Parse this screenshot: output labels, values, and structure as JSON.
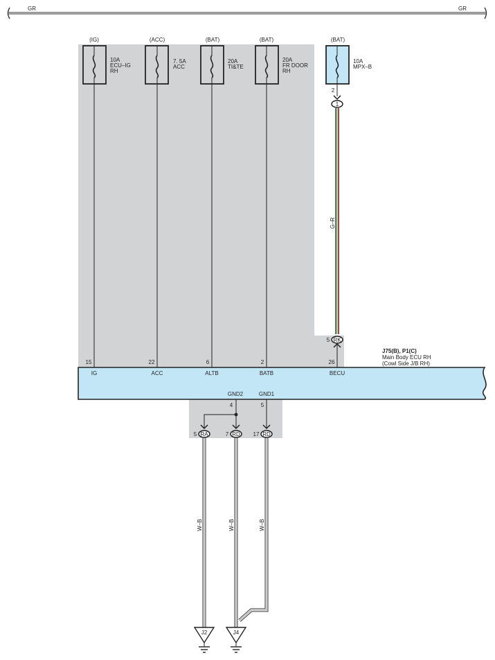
{
  "colors": {
    "shade": "#d2d3d5",
    "ecu_fill": "#c3e6f7",
    "mpx_fuse_fill": "#c3e6f7",
    "line": "#333333",
    "wire_green": "#2e8b3d",
    "wire_red": "#d43a2c"
  },
  "top_bus": {
    "left_label": "GR",
    "right_label": "GR"
  },
  "fuses": [
    {
      "source": "(IG)",
      "amps": "10A",
      "name": "ECU–IG",
      "name2": "RH",
      "pin": "15",
      "ecu_pin": "IG"
    },
    {
      "source": "(ACC)",
      "amps": "7. 5A",
      "name": "ACC",
      "name2": "",
      "pin": "22",
      "ecu_pin": "ACC"
    },
    {
      "source": "(BAT)",
      "amps": "20A",
      "name": "TI&TE",
      "name2": "",
      "pin": "6",
      "ecu_pin": "ALTB"
    },
    {
      "source": "(BAT)",
      "amps": "20A",
      "name": "FR DOOR",
      "name2": "RH",
      "pin": "2",
      "ecu_pin": "BATB"
    }
  ],
  "mpx_fuse": {
    "source": "(BAT)",
    "amps": "10A",
    "name": "MPX–B",
    "fuse_pin": "2",
    "connector": "1",
    "wire_color": "G–R",
    "rk_pin": "5",
    "rk_label": "RK",
    "ecu_pin_no": "26",
    "ecu_pin": "BECU"
  },
  "ecu": {
    "title": "J75(B), P1(C)",
    "line1": "Main Body ECU RH",
    "line2": "(Cowl Side J/B RH)"
  },
  "grounds": {
    "gnd2": {
      "label": "GND2",
      "pin": "4"
    },
    "gnd1": {
      "label": "GND1",
      "pin": "5"
    },
    "connectors": [
      {
        "pin": "5",
        "label": "RA"
      },
      {
        "pin": "7",
        "label": "RD"
      },
      {
        "pin": "17",
        "label": "RD"
      }
    ],
    "wire_color": "W–B",
    "points": [
      "J2",
      "J4"
    ]
  }
}
